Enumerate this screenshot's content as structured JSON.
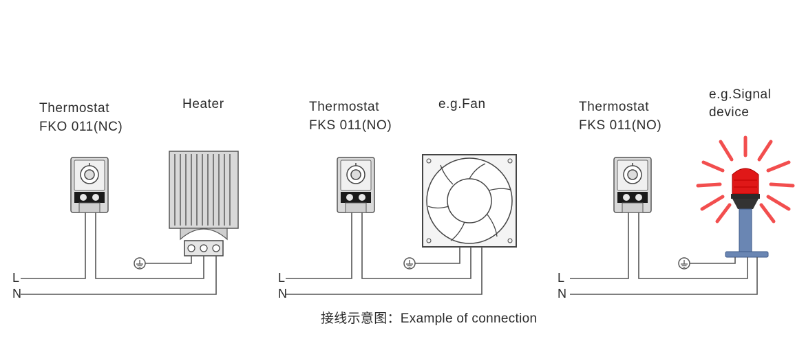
{
  "panels": [
    {
      "thermostat_line1": "Thermostat",
      "thermostat_line2": "FKO 011(NC)",
      "device_label_line1": "Heater",
      "device_label_line2": "",
      "wire_l": "L",
      "wire_n": "N"
    },
    {
      "thermostat_line1": "Thermostat",
      "thermostat_line2": "FKS 011(NO)",
      "device_label_line1": "e.g.Fan",
      "device_label_line2": "",
      "wire_l": "L",
      "wire_n": "N"
    },
    {
      "thermostat_line1": "Thermostat",
      "thermostat_line2": "FKS 011(NO)",
      "device_label_line1": "e.g.Signal",
      "device_label_line2": "device",
      "wire_l": "L",
      "wire_n": "N"
    }
  ],
  "caption": "接线示意图：Example of connection",
  "colors": {
    "wire": "#555555",
    "device_gray": "#dcdcdc",
    "lamp_red": "#e01818",
    "ray_red": "#f03030",
    "lamp_base": "#6a86b3"
  },
  "icons": [
    "thermostat-icon",
    "heater-icon",
    "fan-icon",
    "signal-lamp-icon",
    "ground-symbol-icon"
  ]
}
